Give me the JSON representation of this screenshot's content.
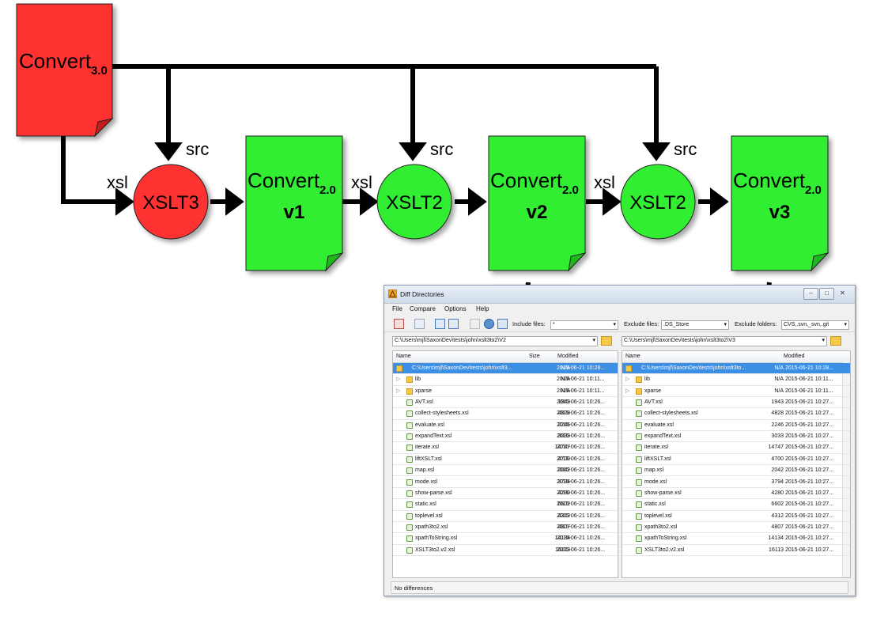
{
  "diagram": {
    "convert30": {
      "base": "Convert",
      "sub": "3.0"
    },
    "convert20": {
      "base": "Convert",
      "sub": "2.0"
    },
    "versions": [
      "v1",
      "v2",
      "v3"
    ],
    "xslt3": "XSLT3",
    "xslt2": "XSLT2",
    "src_label": "src",
    "xsl_label": "xsl",
    "colors": {
      "red": "#ff3333",
      "green": "#33ee33",
      "arrow": "#000000"
    }
  },
  "window": {
    "title": "Diff Directories",
    "menu": [
      "File",
      "Compare",
      "Options",
      "Help"
    ],
    "include_label": "Include files:",
    "include_value": "*",
    "exclude_label": "Exclude files:",
    "exclude_value": ".DS_Store",
    "exclude_folders_label": "Exclude folders:",
    "exclude_folders_value": "CVS,.svn,_svn,.git",
    "left_path": "C:\\Users\\mjl\\SaxonDev\\tests\\john\\xslt3to2\\V2",
    "right_path": "C:\\Users\\mjl\\SaxonDev\\tests\\john\\xslt3to2\\V3",
    "columns": {
      "name": "Name",
      "size": "Size",
      "modified": "Modified"
    },
    "left_root": "C:\\Users\\mjl\\SaxonDev\\tests\\john\\xslt3...",
    "right_root": "C:\\Users\\mjl\\SaxonDev\\tests\\john\\xslt3to...",
    "left_root_modified": "2015-06-21  10:28...",
    "right_root_modified": "2015-06-21  10:28...",
    "root_size": "N/A",
    "status": "No differences",
    "rows": [
      {
        "name": "lib",
        "type": "folder",
        "size": "N/A",
        "left_mod": "2015-06-21  10:11...",
        "right_mod": "2015-06-21  10:11..."
      },
      {
        "name": "xparse",
        "type": "folder",
        "size": "N/A",
        "left_mod": "2015-06-21  10:11...",
        "right_mod": "2015-06-21  10:11..."
      },
      {
        "name": "AVT.xsl",
        "type": "xsl",
        "size": "1943",
        "left_mod": "2015-06-21  10:26...",
        "right_mod": "2015-06-21  10:27..."
      },
      {
        "name": "collect-stylesheets.xsl",
        "type": "xsl",
        "size": "4828",
        "left_mod": "2015-06-21  10:26...",
        "right_mod": "2015-06-21  10:27..."
      },
      {
        "name": "evaluate.xsl",
        "type": "xsl",
        "size": "2246",
        "left_mod": "2015-06-21  10:26...",
        "right_mod": "2015-06-21  10:27..."
      },
      {
        "name": "expandText.xsl",
        "type": "xsl",
        "size": "3033",
        "left_mod": "2015-06-21  10:26...",
        "right_mod": "2015-06-21  10:27..."
      },
      {
        "name": "iterate.xsl",
        "type": "xsl",
        "size": "14747",
        "left_mod": "2015-06-21  10:26...",
        "right_mod": "2015-06-21  10:27..."
      },
      {
        "name": "liftXSLT.xsl",
        "type": "xsl",
        "size": "4700",
        "left_mod": "2015-06-21  10:26...",
        "right_mod": "2015-06-21  10:27..."
      },
      {
        "name": "map.xsl",
        "type": "xsl",
        "size": "2042",
        "left_mod": "2015-06-21  10:26...",
        "right_mod": "2015-06-21  10:27..."
      },
      {
        "name": "mode.xsl",
        "type": "xsl",
        "size": "3794",
        "left_mod": "2015-06-21  10:26...",
        "right_mod": "2015-06-21  10:27..."
      },
      {
        "name": "show-parse.xsl",
        "type": "xsl",
        "size": "4280",
        "left_mod": "2015-06-21  10:26...",
        "right_mod": "2015-06-21  10:27..."
      },
      {
        "name": "static.xsl",
        "type": "xsl",
        "size": "6602",
        "left_mod": "2015-06-21  10:26...",
        "right_mod": "2015-06-21  10:27..."
      },
      {
        "name": "toplevel.xsl",
        "type": "xsl",
        "size": "4312",
        "left_mod": "2015-06-21  10:26...",
        "right_mod": "2015-06-21  10:27..."
      },
      {
        "name": "xpath3to2.xsl",
        "type": "xsl",
        "size": "4807",
        "left_mod": "2015-06-21  10:26...",
        "right_mod": "2015-06-21  10:27..."
      },
      {
        "name": "xpathToString.xsl",
        "type": "xsl",
        "size": "14134",
        "left_mod": "2015-06-21  10:26...",
        "right_mod": "2015-06-21  10:27..."
      },
      {
        "name": "XSLT3to2.v2.xsl",
        "type": "xsl",
        "size": "16113",
        "left_mod": "2015-06-21  10:26...",
        "right_mod": "2015-06-21  10:27..."
      }
    ]
  }
}
